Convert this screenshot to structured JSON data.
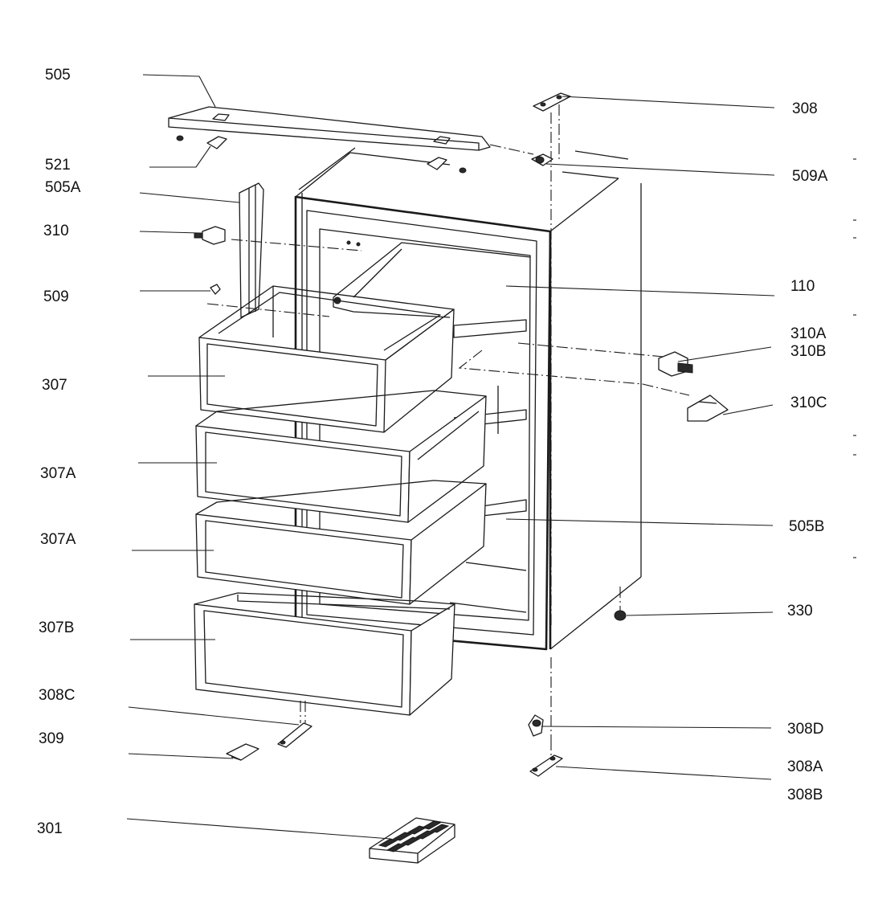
{
  "diagram": {
    "labels": {
      "l505": "505",
      "l521": "521",
      "l505A": "505A",
      "l310": "310",
      "l509": "509",
      "l307": "307",
      "l307A_1": "307A",
      "l307A_2": "307A",
      "l307B": "307B",
      "l308C": "308C",
      "l309": "309",
      "l301": "301",
      "l308": "308",
      "l509A": "509A",
      "l110": "110",
      "l310A": "310A",
      "l310B": "310B",
      "l310C": "310C",
      "l505B": "505B",
      "l330": "330",
      "l308D": "308D",
      "l308A": "308A",
      "l308B": "308B"
    }
  }
}
